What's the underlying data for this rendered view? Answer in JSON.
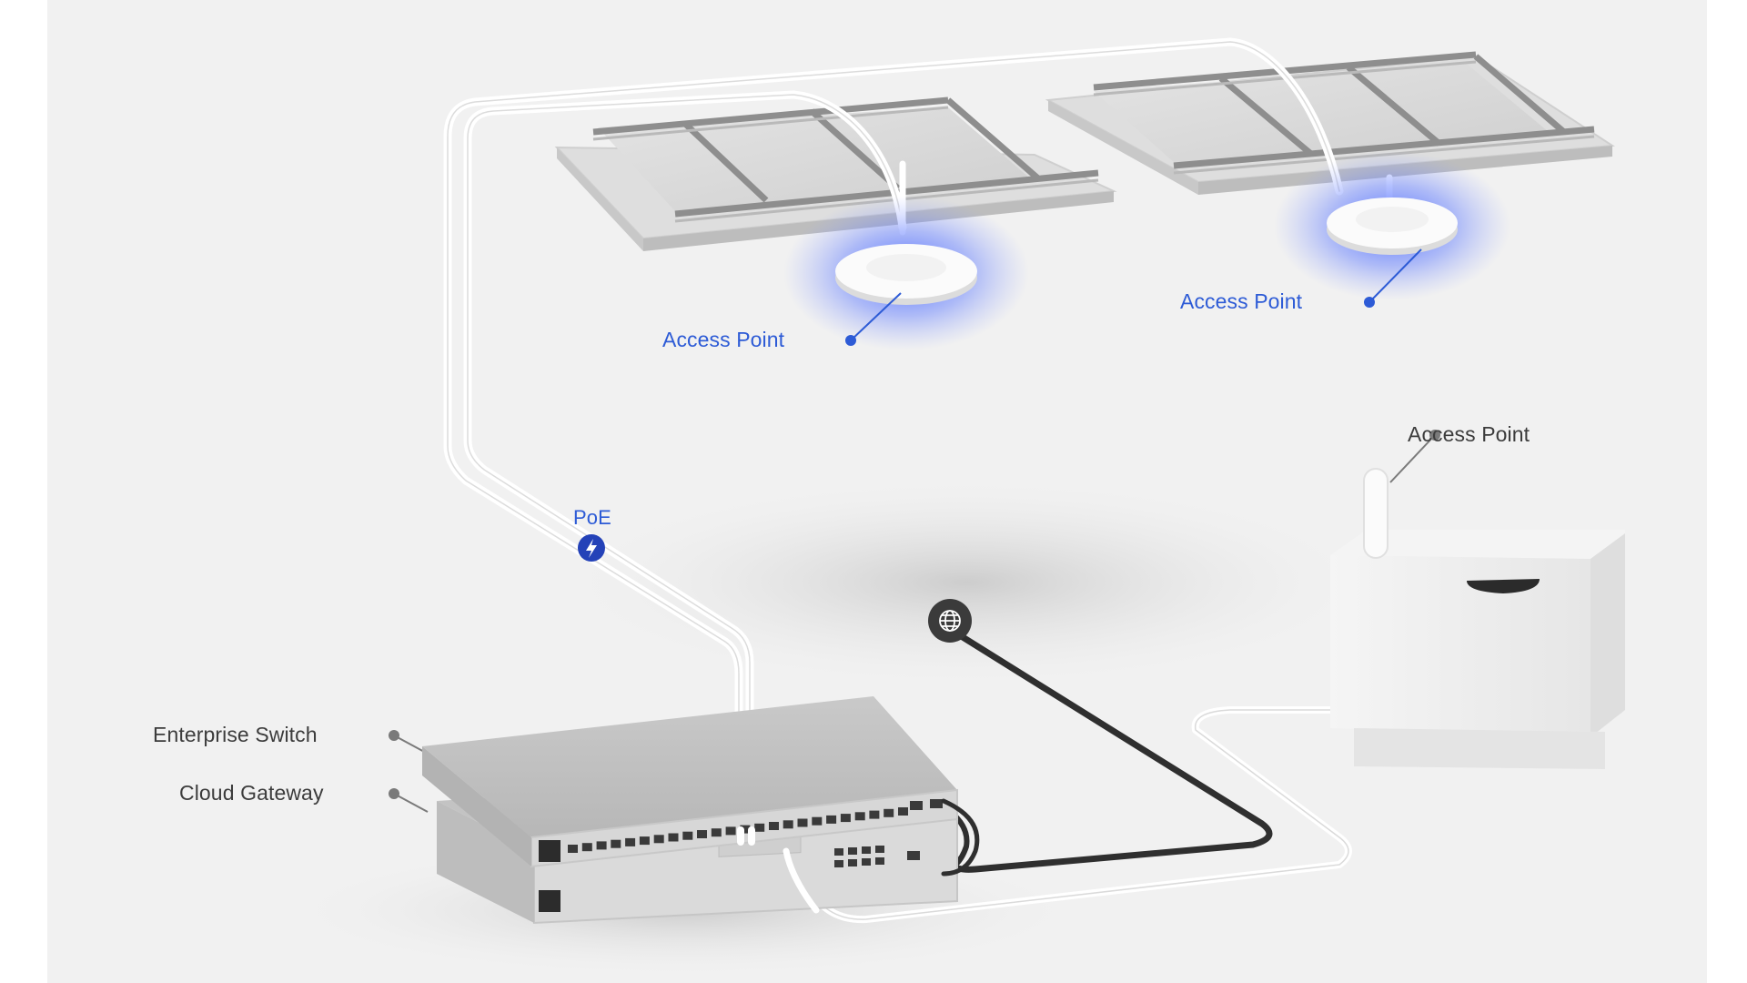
{
  "labels": {
    "ap_ceiling_left": "Access Point",
    "ap_ceiling_right": "Access Point",
    "ap_outdoor": "Access Point",
    "poe": "PoE",
    "enterprise_switch": "Enterprise Switch",
    "cloud_gateway": "Cloud Gateway"
  },
  "icons": {
    "poe": "lightning-bolt-icon",
    "internet": "globe-icon",
    "ap_glow_color": "#3a5cff"
  },
  "colors": {
    "accent_blue": "#2d5bd6",
    "label_gray": "#3c3c3c",
    "background": "#f1f1f1"
  }
}
